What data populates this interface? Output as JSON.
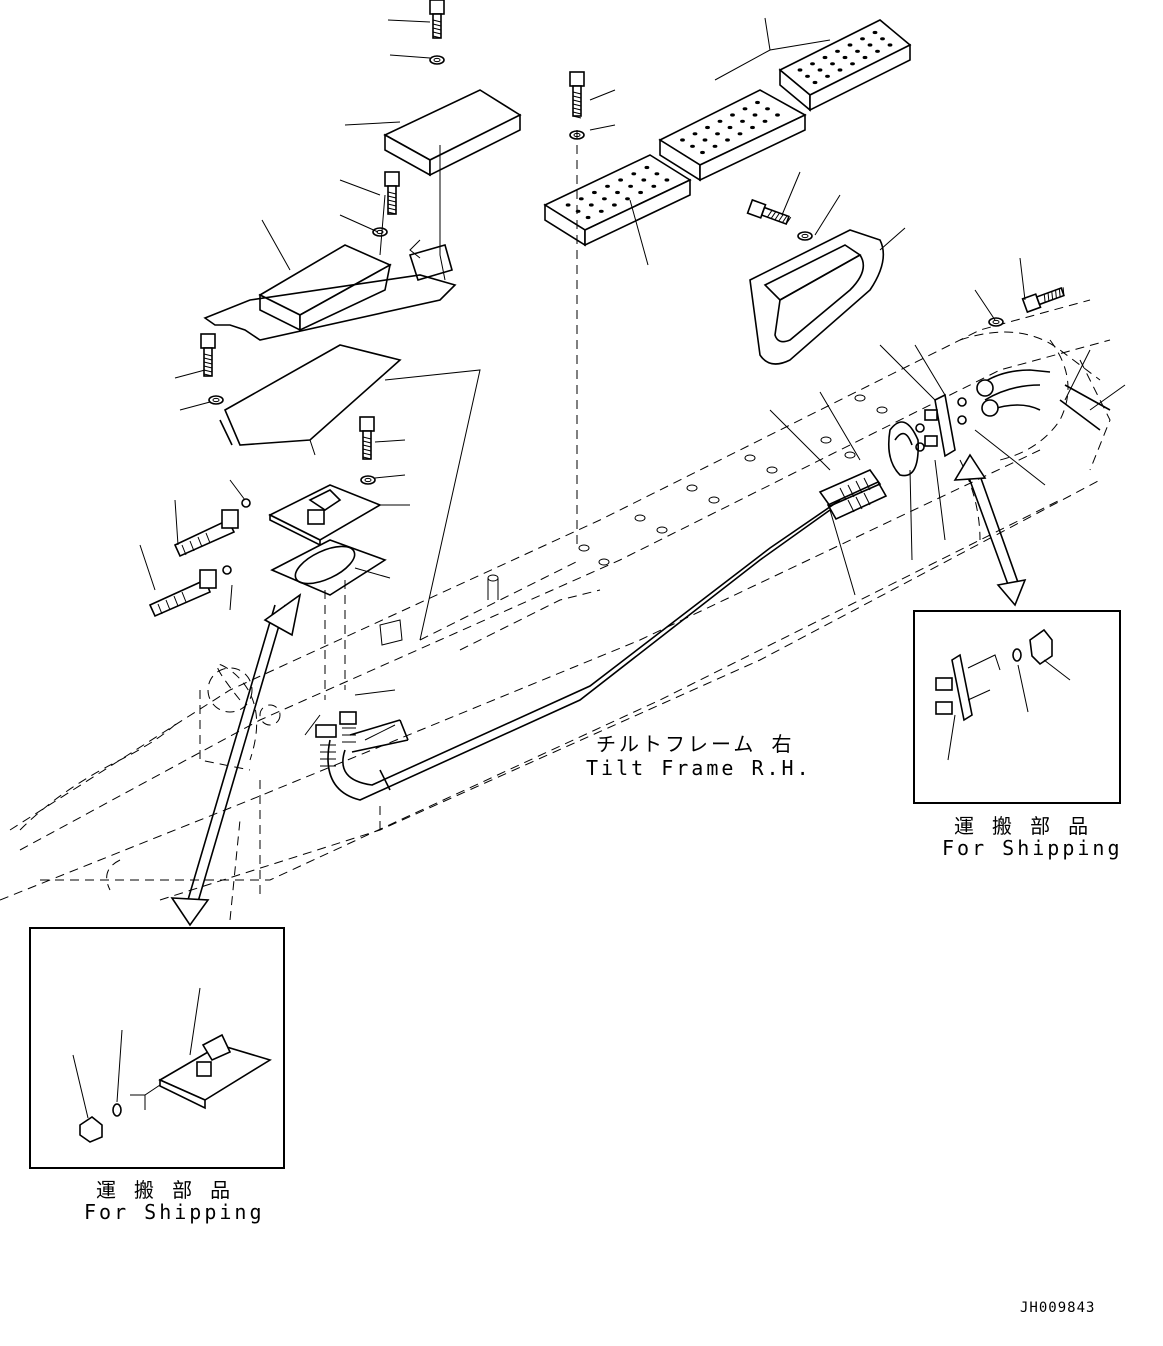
{
  "labels": {
    "tilt_frame_jp": "チルトフレーム 右",
    "tilt_frame_en": "Tilt Frame R.H.",
    "shipping_right_jp": "運 搬 部 品",
    "shipping_right_en": "For Shipping",
    "shipping_left_jp": "運 搬 部 品",
    "shipping_left_en": "For Shipping",
    "drawing_number": "JH009843"
  },
  "icons": [
    "bolt-icon",
    "washer-icon",
    "step-plate-icon",
    "bracket-icon",
    "hose-icon",
    "o-ring-icon",
    "cap-icon",
    "fitting-block-icon"
  ]
}
